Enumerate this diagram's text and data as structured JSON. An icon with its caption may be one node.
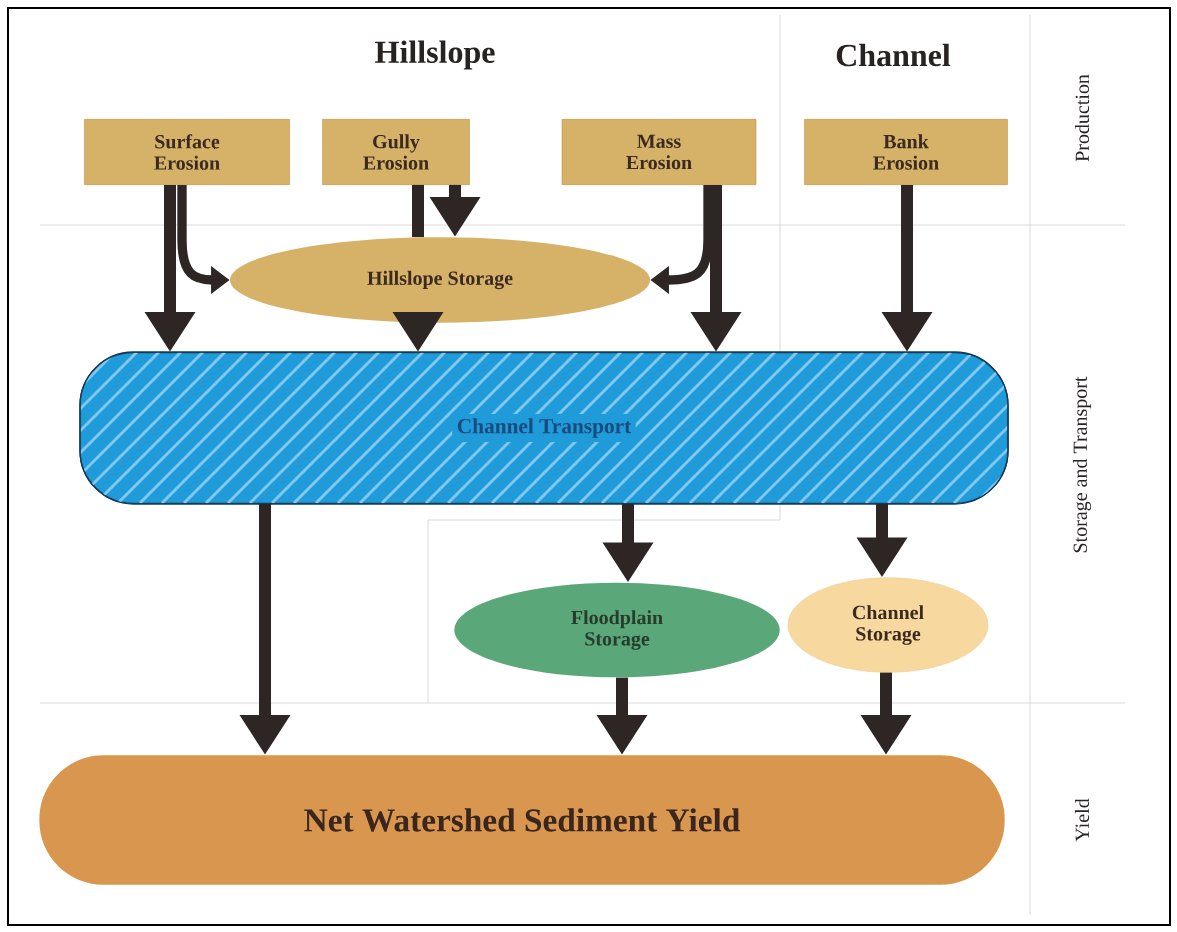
{
  "diagram": {
    "nodes": [
      {
        "text": [
          "Surface Erosion"
        ]
      },
      {
        "text": [
          "Gully Erosion"
        ]
      },
      {
        "text": [
          "Mass Erosion"
        ]
      },
      {
        "text": [
          "Bank Erosion"
        ]
      },
      {
        "text": [
          "Hillslope Storage"
        ]
      },
      {
        "text": [
          "Channel Transport"
        ]
      },
      {
        "text": [
          "Floodplain Storage"
        ]
      },
      {
        "text": [
          "Channel Storage"
        ]
      },
      {
        "text": [
          "Net Watershed Sediment Yield"
        ]
      }
    ],
    "edges": [
      {
        "from": 0,
        "to": 5,
        "arrow": "to"
      },
      {
        "from": 0,
        "to": 4,
        "arrow": "to"
      },
      {
        "from": 1,
        "to": 4,
        "arrow": "none"
      },
      {
        "from": 1,
        "to": 4,
        "arrow": "to"
      },
      {
        "from": 4,
        "to": 5,
        "arrow": "to"
      },
      {
        "from": 2,
        "to": 4,
        "arrow": "to"
      },
      {
        "from": 2,
        "to": 5,
        "arrow": "to"
      },
      {
        "from": 3,
        "to": 5,
        "arrow": "to"
      },
      {
        "from": 5,
        "to": 8,
        "arrow": "to"
      },
      {
        "from": 5,
        "to": 6,
        "arrow": "to"
      },
      {
        "from": 5,
        "to": 7,
        "arrow": "to"
      },
      {
        "from": 6,
        "to": 8,
        "arrow": "to"
      },
      {
        "from": 7,
        "to": 8,
        "arrow": "to"
      }
    ],
    "labels": [
      "Hillslope",
      "Channel",
      "Production",
      "Storage and Transport",
      "Yield"
    ]
  }
}
